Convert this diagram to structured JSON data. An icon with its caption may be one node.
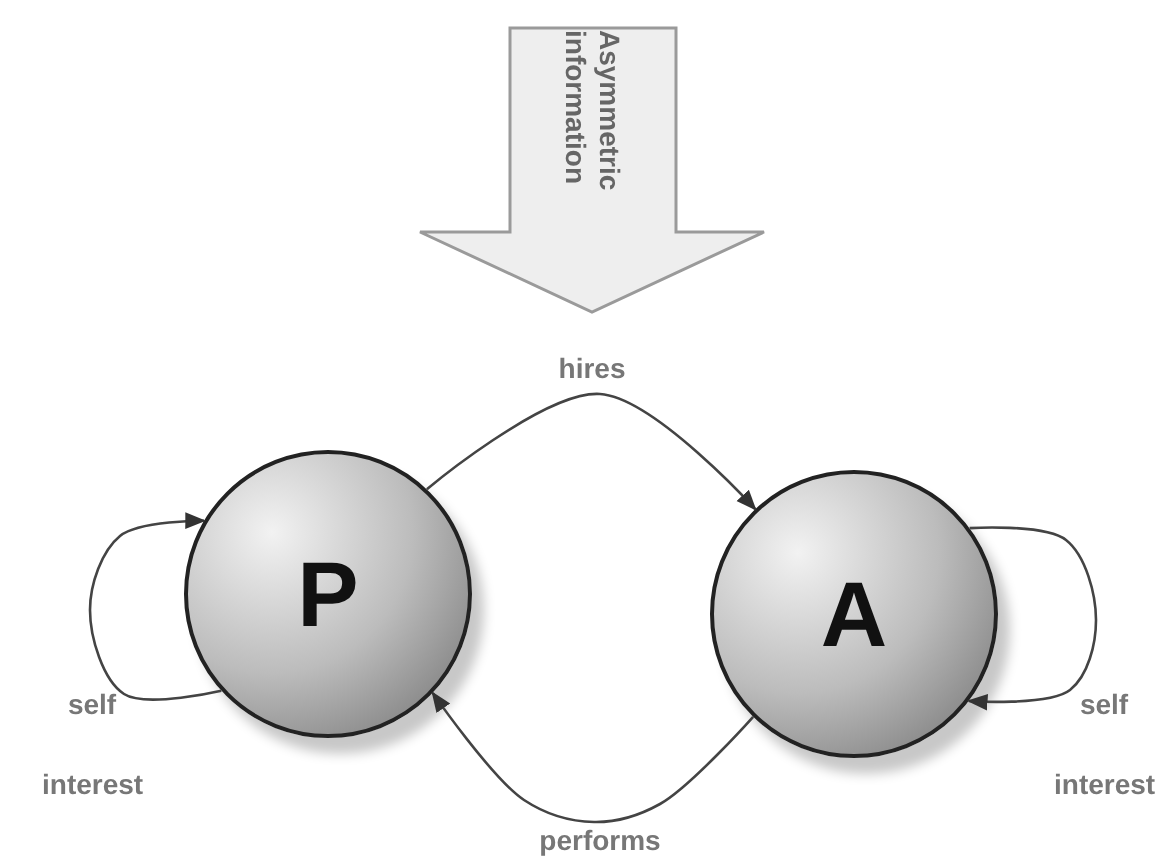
{
  "diagram": {
    "nodes": [
      {
        "text": [
          "Asymmetric information"
        ]
      },
      {
        "text": [
          "P"
        ]
      },
      {
        "text": [
          "A"
        ]
      }
    ],
    "edges": [
      {
        "from": 1,
        "to": 2,
        "arrow": "to",
        "label": "hires"
      },
      {
        "from": 2,
        "to": 1,
        "arrow": "to",
        "label": "performs"
      },
      {
        "from": 1,
        "to": 1,
        "arrow": "to",
        "label": "self interest"
      },
      {
        "from": 2,
        "to": 2,
        "arrow": "to",
        "label": "self interest"
      }
    ]
  }
}
